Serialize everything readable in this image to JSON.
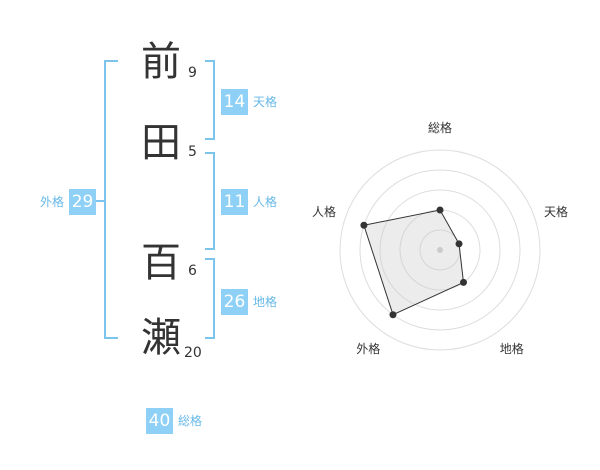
{
  "name": {
    "characters": [
      {
        "char": "前",
        "strokes": "9"
      },
      {
        "char": "田",
        "strokes": "5"
      },
      {
        "char": "百",
        "strokes": "6"
      },
      {
        "char": "瀬",
        "strokes": "20"
      }
    ]
  },
  "fortunes": {
    "tenkaku": {
      "value": "14",
      "label": "天格"
    },
    "jinkaku": {
      "value": "11",
      "label": "人格"
    },
    "chikaku": {
      "value": "26",
      "label": "地格"
    },
    "gaikaku": {
      "value": "29",
      "label": "外格"
    },
    "soukaku": {
      "value": "40",
      "label": "総格"
    }
  },
  "chart_data": {
    "type": "radar",
    "axes": [
      "総格",
      "天格",
      "地格",
      "外格",
      "人格"
    ],
    "values": [
      2,
      1,
      2,
      4,
      4
    ],
    "rlim": [
      0,
      5
    ],
    "grid": true
  },
  "colors": {
    "accent": "#8fd1f6",
    "accent_text": "#67b8e8",
    "bracket": "#7cc4ec"
  }
}
